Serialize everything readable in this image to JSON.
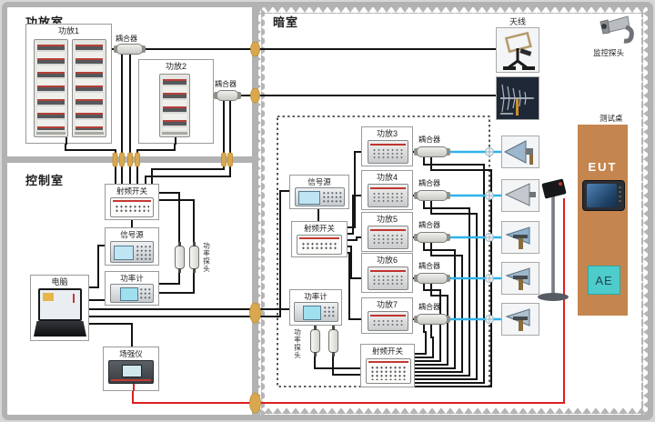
{
  "colors": {
    "wall": "#b2b2b2",
    "teeth": "#b5b5b5",
    "cable": "#141414",
    "rf_cyan": "#2fb3ea",
    "probe_red": "#dd1f1f",
    "feedthrough": "#d9a84e",
    "table_brown": "#c5854e",
    "ae_teal": "#4ecccb"
  },
  "amp_room": {
    "title": "功放室",
    "amp1": "功放1",
    "amp2": "功放2",
    "coupler1": "耦合器",
    "coupler2": "耦合器"
  },
  "control": {
    "title": "控制室",
    "rf_switch": "射频开关",
    "signal_source": "信号源",
    "power_meter": "功率计",
    "power_probe": "功率探头",
    "computer": "电脑",
    "field_meter": "场强仪"
  },
  "chamber": {
    "title": "暗室",
    "antenna_group": "天线",
    "camera": "监控探头",
    "signal_source": "信号源",
    "rf_switch_mid": "射频开关",
    "power_meter": "功率计",
    "power_probe": "功率探头",
    "rf_switch_bottom": "射频开关",
    "amps": [
      {
        "label": "功放3"
      },
      {
        "label": "功放4"
      },
      {
        "label": "功放5"
      },
      {
        "label": "功放6"
      },
      {
        "label": "功放7"
      }
    ],
    "couplers": [
      {
        "label": "耦合器"
      },
      {
        "label": "耦合器"
      },
      {
        "label": "耦合器"
      },
      {
        "label": "耦合器"
      },
      {
        "label": "耦合器"
      }
    ],
    "table": "测试桌",
    "eut": "EUT",
    "ae": "AE"
  }
}
